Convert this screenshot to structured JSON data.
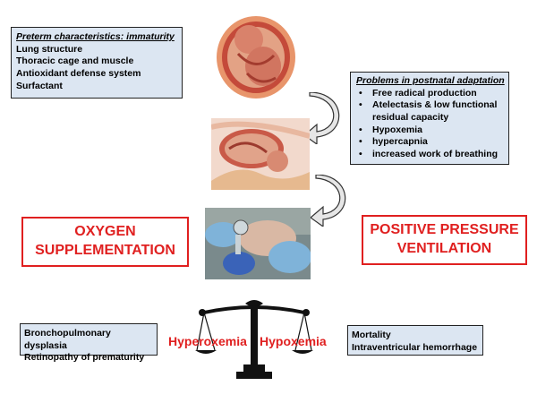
{
  "preterm": {
    "title": "Preterm characteristics: immaturity",
    "items": [
      "Lung structure",
      "Thoracic cage and muscle",
      "Antioxidant defense system",
      "Surfactant"
    ]
  },
  "postnatal": {
    "title": "Problems in postnatal adaptation",
    "items": [
      "Free radical production",
      "Atelectasis & low functional residual capacity",
      "Hypoxemia",
      "hypercapnia",
      "increased work of breathing"
    ]
  },
  "oxygen": {
    "line1": "OXYGEN",
    "line2": "SUPPLEMENTATION"
  },
  "ppv": {
    "line1": "POSITIVE PRESSURE",
    "line2": "VENTILATION"
  },
  "hyperoxemia": "Hyperoxemia",
  "hypoxemia": "Hypoxemia",
  "left_outcomes": [
    "Bronchopulmonary dysplasia",
    "Retinopathy of prematurity"
  ],
  "right_outcomes": [
    "Mortality",
    "Intraventricular hemorrhage"
  ],
  "colors": {
    "accent_red": "#e02020",
    "box_fill": "#dce6f2"
  }
}
